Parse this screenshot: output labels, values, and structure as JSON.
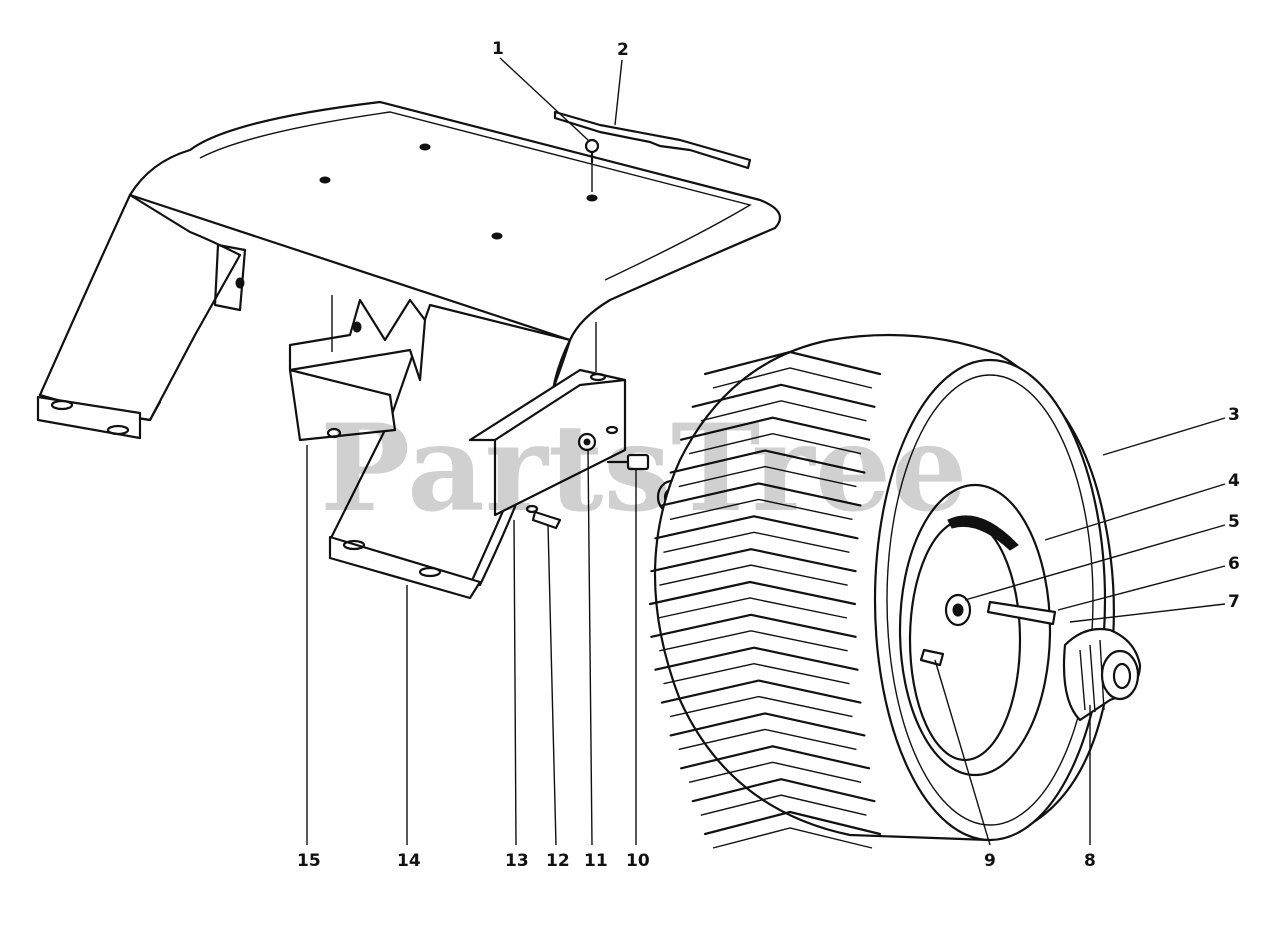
{
  "watermark": "PartsTree",
  "callouts": [
    "1",
    "2",
    "3",
    "4",
    "5",
    "6",
    "7",
    "8",
    "9",
    "10",
    "11",
    "12",
    "13",
    "14",
    "15"
  ]
}
